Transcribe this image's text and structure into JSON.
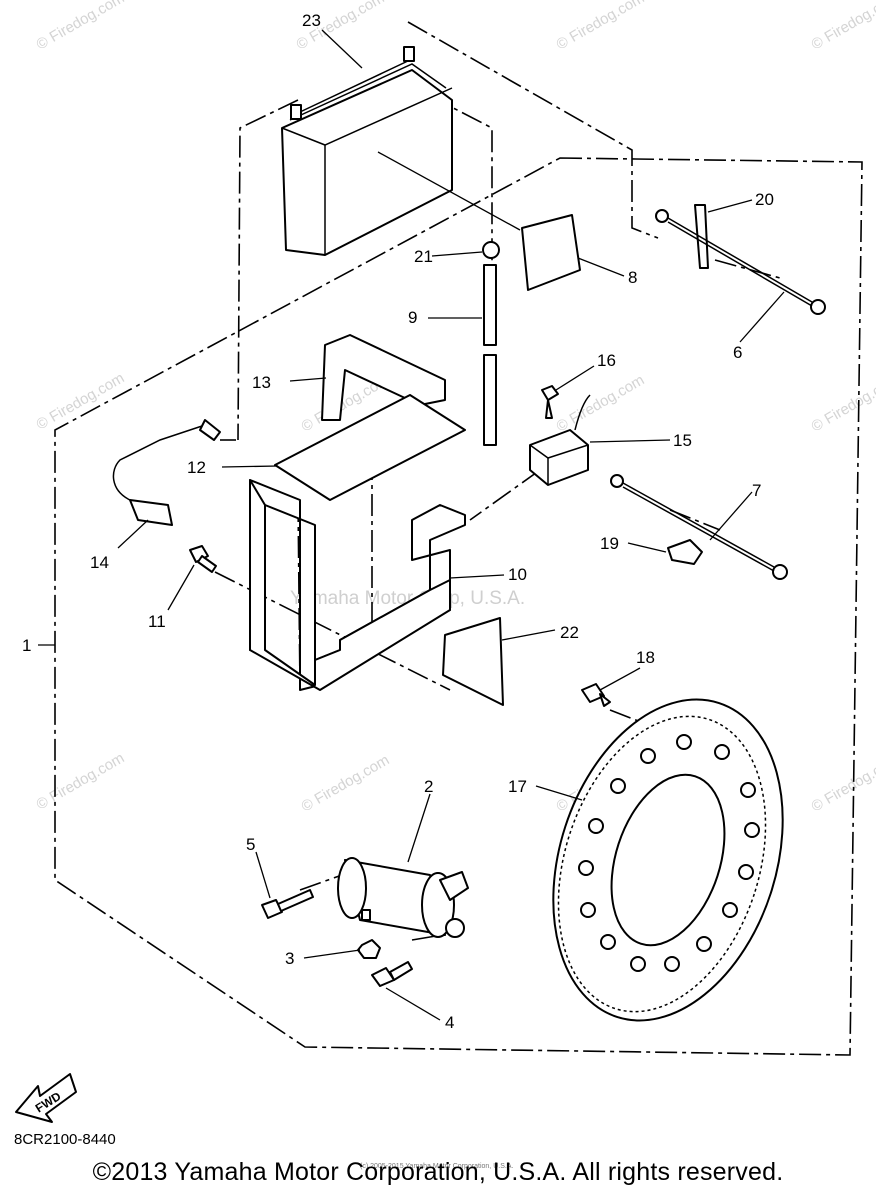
{
  "diagram": {
    "callouts": {
      "n1": "1",
      "n2": "2",
      "n3": "3",
      "n4": "4",
      "n5": "5",
      "n6": "6",
      "n7": "7",
      "n8": "8",
      "n9": "9",
      "n10": "10",
      "n11": "11",
      "n12": "12",
      "n13": "13",
      "n14": "14",
      "n15": "15",
      "n16": "16",
      "n17": "17",
      "n18": "18",
      "n19": "19",
      "n20": "20",
      "n21": "21",
      "n22": "22",
      "n23": "23"
    },
    "fwd_label": "FWD",
    "watermark": "© Firedog.com",
    "watermark_center": "Yamaha Motor Corp, U.S.A."
  },
  "footer": {
    "part_code": "8CR2100-8440",
    "small_copyright": "(c) 2005-2015 Yamaha Motor Corporation, U.S.A.",
    "copyright": "©2013 Yamaha Motor Corporation, U.S.A. All rights reserved."
  }
}
